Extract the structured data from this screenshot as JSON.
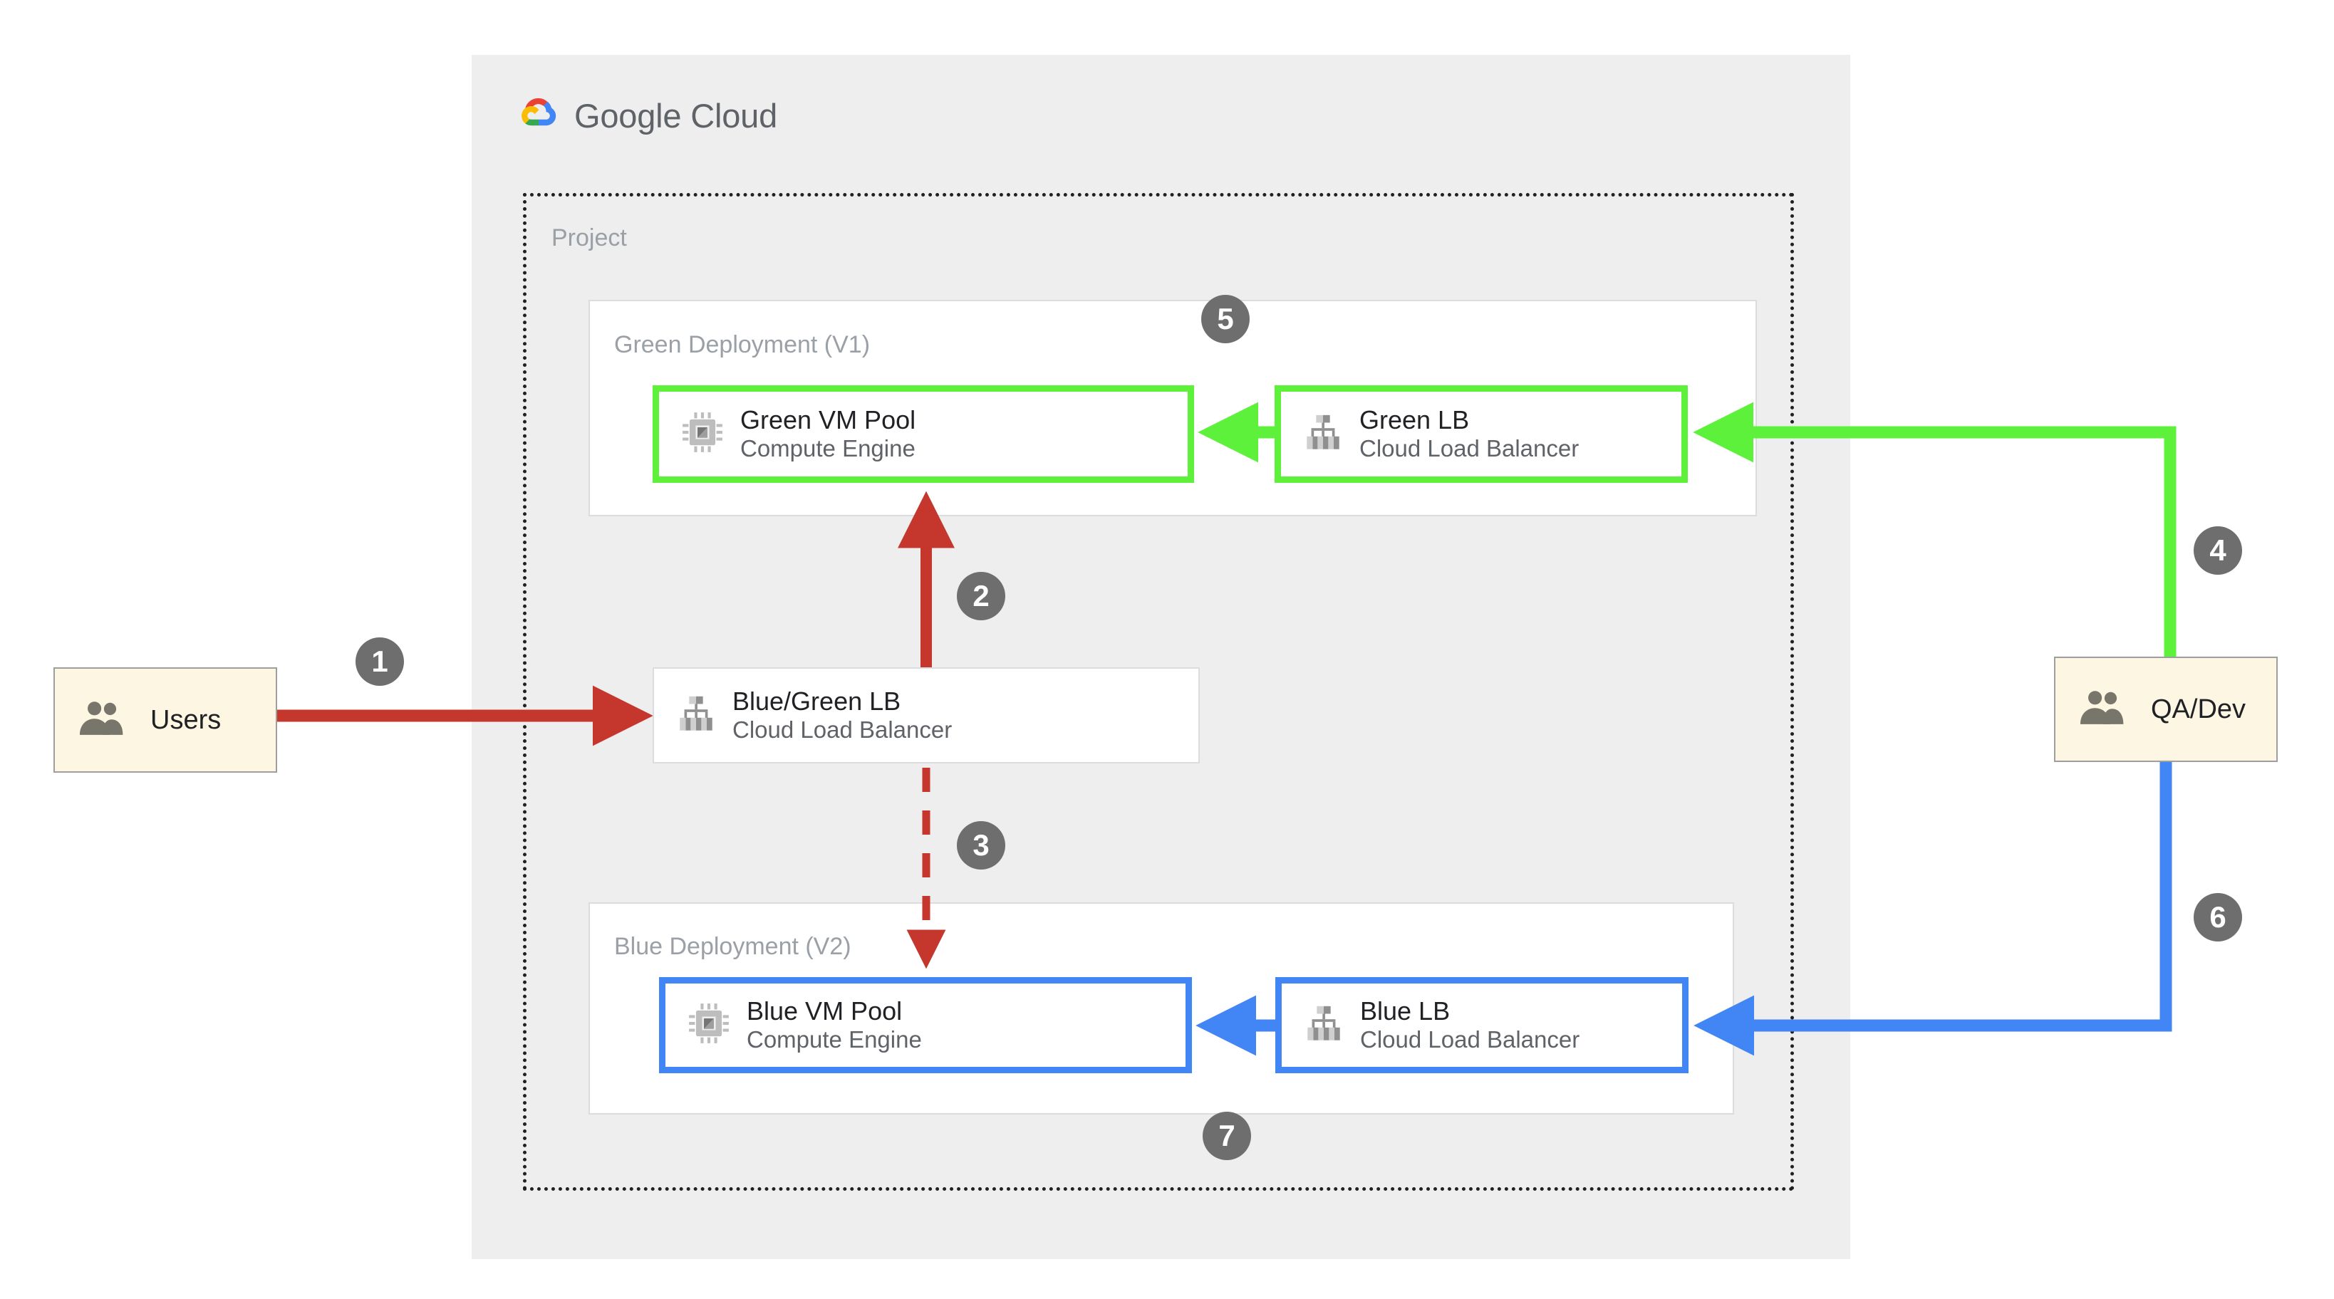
{
  "cloud": {
    "brand_primary": "Google",
    "brand_secondary": "Cloud",
    "logo_icon": "google-cloud-logo-icon",
    "project_label": "Project"
  },
  "deployments": [
    {
      "id": "green",
      "title": "Green Deployment (V1)",
      "accent": "#5ef13c",
      "cards": [
        {
          "id": "green-vm-pool",
          "title": "Green VM Pool",
          "subtitle": "Compute Engine",
          "icon": "compute-engine-icon"
        },
        {
          "id": "green-lb",
          "title": "Green LB",
          "subtitle": "Cloud Load Balancer",
          "icon": "cloud-load-balancer-icon"
        }
      ]
    },
    {
      "id": "blue",
      "title": "Blue Deployment (V2)",
      "accent": "#4285f4",
      "cards": [
        {
          "id": "blue-vm-pool",
          "title": "Blue VM Pool",
          "subtitle": "Compute Engine",
          "icon": "compute-engine-icon"
        },
        {
          "id": "blue-lb",
          "title": "Blue LB",
          "subtitle": "Cloud Load Balancer",
          "icon": "cloud-load-balancer-icon"
        }
      ]
    }
  ],
  "router": {
    "id": "blue-green-lb",
    "title": "Blue/Green LB",
    "subtitle": "Cloud Load Balancer",
    "icon": "cloud-load-balancer-icon"
  },
  "actors": [
    {
      "id": "users",
      "label": "Users",
      "icon": "users-group-icon",
      "fill": "#fdf6e3"
    },
    {
      "id": "qa-dev",
      "label": "QA/Dev",
      "icon": "users-group-icon",
      "fill": "#fdf6e3"
    }
  ],
  "steps": [
    {
      "n": "1",
      "from": "users",
      "to": "blue-green-lb",
      "color": "#c5372c",
      "style": "solid"
    },
    {
      "n": "2",
      "from": "blue-green-lb",
      "to": "green-vm-pool",
      "color": "#c5372c",
      "style": "solid"
    },
    {
      "n": "3",
      "from": "blue-green-lb",
      "to": "blue-vm-pool",
      "color": "#c5372c",
      "style": "dashed"
    },
    {
      "n": "4",
      "from": "qa-dev",
      "to": "green-lb",
      "color": "#5ef13c",
      "style": "solid"
    },
    {
      "n": "5",
      "from": "green-lb",
      "to": "green-vm-pool",
      "color": "#5ef13c",
      "style": "solid"
    },
    {
      "n": "6",
      "from": "qa-dev",
      "to": "blue-lb",
      "color": "#4285f4",
      "style": "solid"
    },
    {
      "n": "7",
      "from": "blue-lb",
      "to": "blue-vm-pool",
      "color": "#4285f4",
      "style": "solid"
    }
  ],
  "colors": {
    "panel_bg": "#eeeeee",
    "card_border": "#dadce0",
    "badge_bg": "#6e6e6e",
    "muted_text": "#9aa0a6",
    "red": "#c5372c",
    "green": "#5ef13c",
    "blue": "#4285f4",
    "icon_gray": "#78756a"
  }
}
